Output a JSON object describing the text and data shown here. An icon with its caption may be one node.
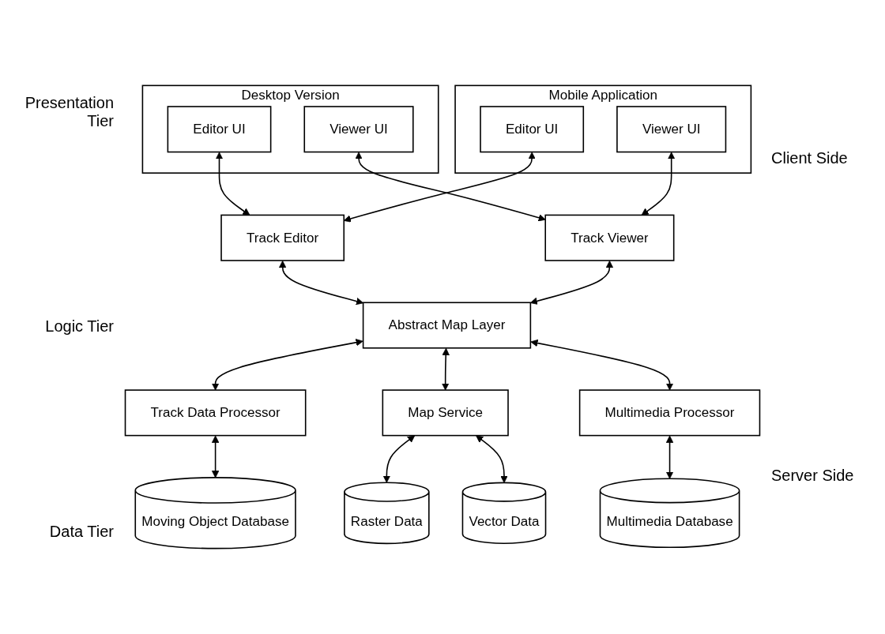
{
  "diagram": {
    "nodes": [
      {
        "text": [
          "Desktop Version"
        ]
      },
      {
        "text": [
          "Editor UI"
        ],
        "in": 0
      },
      {
        "text": [
          "Viewer UI"
        ],
        "in": 0
      },
      {
        "text": [
          "Mobile Application"
        ]
      },
      {
        "text": [
          "Editor UI"
        ],
        "in": 3
      },
      {
        "text": [
          "Viewer UI"
        ],
        "in": 3
      },
      {
        "text": [
          "Track Editor"
        ]
      },
      {
        "text": [
          "Track Viewer"
        ]
      },
      {
        "text": [
          "Abstract Map Layer"
        ]
      },
      {
        "text": [
          "Track Data Processor"
        ]
      },
      {
        "text": [
          "Map Service"
        ]
      },
      {
        "text": [
          "Multimedia Processor"
        ]
      },
      {
        "text": [
          "Moving Object Database"
        ]
      },
      {
        "text": [
          "Raster Data"
        ]
      },
      {
        "text": [
          "Vector Data"
        ]
      },
      {
        "text": [
          "Multimedia Database"
        ]
      }
    ],
    "edges": [
      {
        "from": 1,
        "to": 6,
        "arrow": "both"
      },
      {
        "from": 2,
        "to": 7,
        "arrow": "both"
      },
      {
        "from": 4,
        "to": 6,
        "arrow": "both"
      },
      {
        "from": 5,
        "to": 7,
        "arrow": "both"
      },
      {
        "from": 6,
        "to": 8,
        "arrow": "both"
      },
      {
        "from": 7,
        "to": 8,
        "arrow": "both"
      },
      {
        "from": 8,
        "to": 9,
        "arrow": "both"
      },
      {
        "from": 8,
        "to": 10,
        "arrow": "both"
      },
      {
        "from": 8,
        "to": 11,
        "arrow": "both"
      },
      {
        "from": 9,
        "to": 12,
        "arrow": "both"
      },
      {
        "from": 10,
        "to": 13,
        "arrow": "both"
      },
      {
        "from": 10,
        "to": 14,
        "arrow": "both"
      },
      {
        "from": 11,
        "to": 15,
        "arrow": "both"
      }
    ],
    "labels": [
      "Presentation Tier",
      "Client Side",
      "Logic Tier",
      "Server Side",
      "Data Tier"
    ]
  }
}
